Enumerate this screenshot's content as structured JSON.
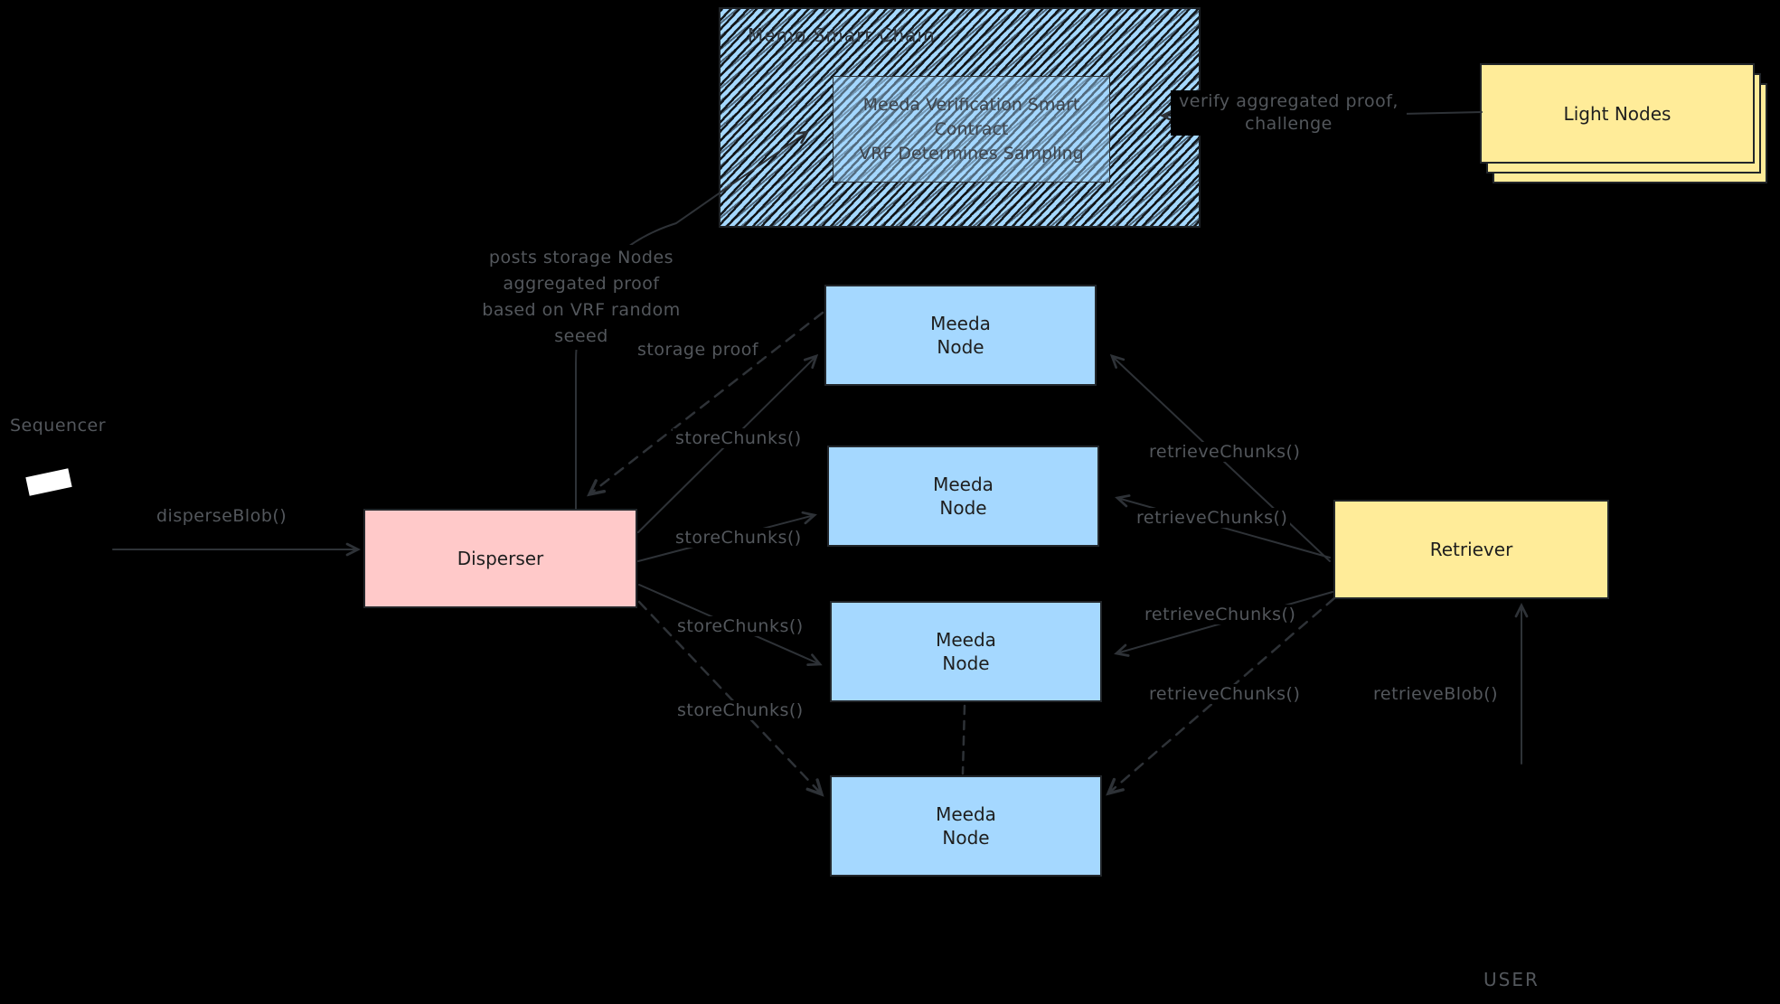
{
  "colors": {
    "background": "#000000",
    "node_blue": "#a5d8ff",
    "disperser_pink": "#ffc9c9",
    "retriever_yellow": "#ffec99",
    "box_stroke": "#22262a",
    "label_gray": "#53575c",
    "arrow_gray": "#2e3237"
  },
  "chain": {
    "title": "Memo Smart Chain",
    "contract_line1": "Meeda Verification Smart",
    "contract_line2": "Contract",
    "contract_line3": "VRF Determines Sampling"
  },
  "light_nodes": {
    "label": "Light Nodes"
  },
  "verify": {
    "line1": "verify aggregated proof,",
    "line2": "challenge"
  },
  "posts": {
    "line1": "posts storage Nodes",
    "line2": "aggregated proof",
    "line3": "based on VRF random",
    "line4": "seeed"
  },
  "storage_proof_label": "storage proof",
  "sequencer": {
    "label": "Sequencer"
  },
  "disperse_blob_label": "disperseBlob()",
  "disperser": {
    "label": "Disperser"
  },
  "meeda_node": {
    "line1": "Meeda",
    "line2": "Node"
  },
  "store_chunks_label": "storeChunks()",
  "retrieve_chunks_label": "retrieveChunks()",
  "retriever": {
    "label": "Retriever"
  },
  "retrieve_blob_label": "retrieveBlob()",
  "user": {
    "label": "USER"
  }
}
